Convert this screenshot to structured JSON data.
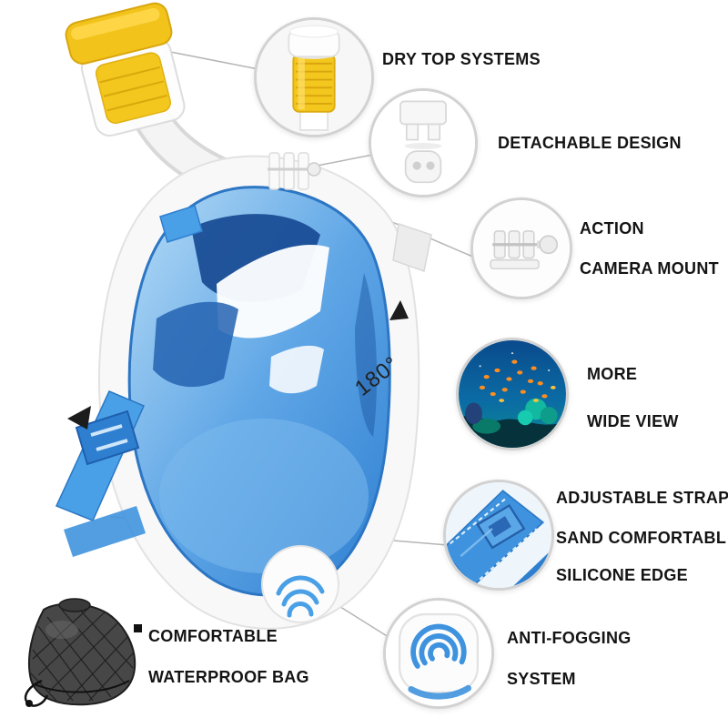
{
  "page": {
    "background": "#ffffff"
  },
  "product": {
    "name": "Full face snorkel mask",
    "rotation_label": "180°"
  },
  "callouts": [
    {
      "id": "dry-top",
      "label_lines": [
        "DRY TOP SYSTEMS"
      ]
    },
    {
      "id": "detachable-design",
      "label_lines": [
        "DETACHABLE DESIGN"
      ]
    },
    {
      "id": "action-camera-mount",
      "label_lines": [
        "ACTION",
        "CAMERA MOUNT"
      ]
    },
    {
      "id": "wide-view",
      "label_lines": [
        "MORE",
        "WIDE VIEW"
      ]
    },
    {
      "id": "adjustable-strap",
      "label_lines": [
        "ADJUSTABLE STRAP",
        "SAND COMFORTABL",
        "SILICONE EDGE"
      ]
    },
    {
      "id": "anti-fogging",
      "label_lines": [
        "ANTI-FOGGING",
        "SYSTEM"
      ]
    },
    {
      "id": "waterproof-bag",
      "label_lines": [
        "COMFORTABLE",
        "WATERPROOF BAG"
      ]
    }
  ],
  "colors": {
    "strap_blue": "#4aa0e6",
    "visor_blue": "#2f7fd1",
    "deep_blue": "#174a92",
    "snorkel_yellow": "#f3c71d",
    "label_text": "#141414",
    "ring_gray": "#d2d2d2"
  }
}
